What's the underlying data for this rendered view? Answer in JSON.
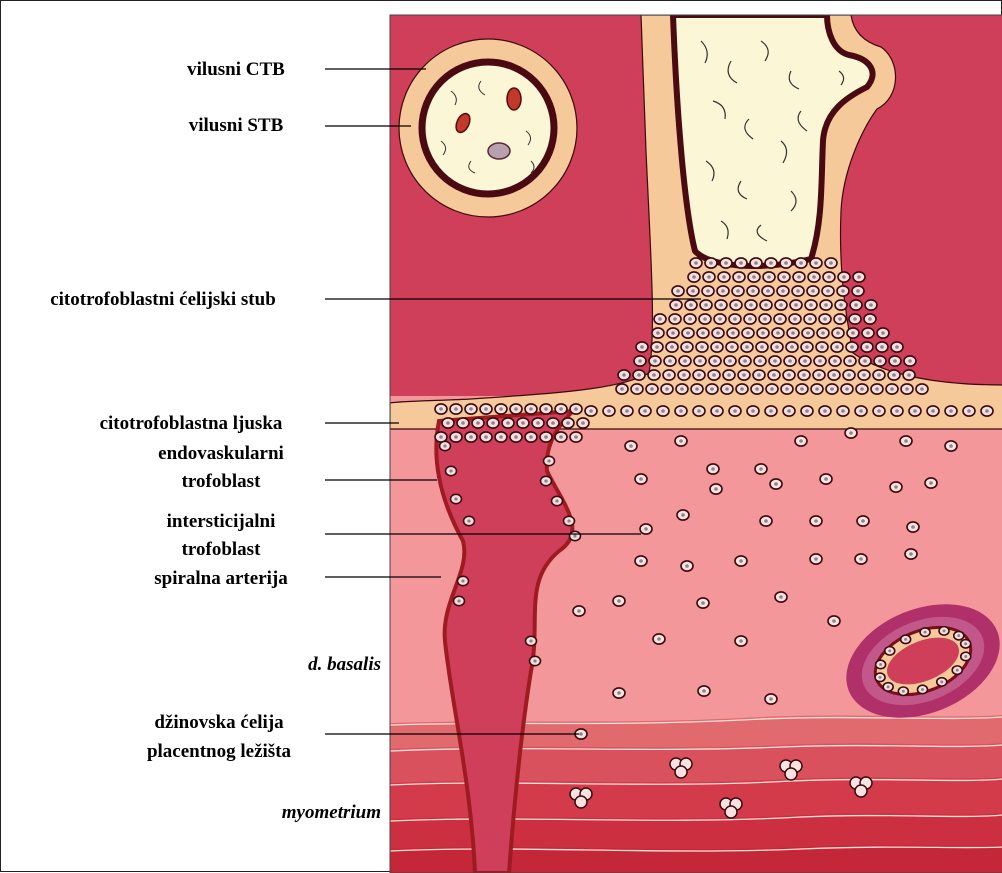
{
  "labels": {
    "villous_ctb": "vilusni CTB",
    "villous_stb": "vilusni STB",
    "cell_column": "citotrofoblastni ćelijski stub",
    "cyto_shell": "citotrofoblastna ljuska",
    "endovascular_1": "endovaskularni",
    "endovascular_2": "trofoblast",
    "interstitial_1": "intersticijalni",
    "interstitial_2": "trofoblast",
    "spiral_artery": "spiralna arterija",
    "decidua_basalis": "d. basalis",
    "giant_cell_1": "džinovska ćelija",
    "giant_cell_2": "placentnog ležišta",
    "myometrium": "myometrium"
  },
  "colors": {
    "intervillous_blood": "#d03f5a",
    "decidua": "#f4979a",
    "myometrium": "#d33a4a",
    "trophoblast": "#f5c99a",
    "syncytium": "#4a0a12",
    "stroma": "#fbf6d6",
    "vessel": "#9e1b22"
  }
}
